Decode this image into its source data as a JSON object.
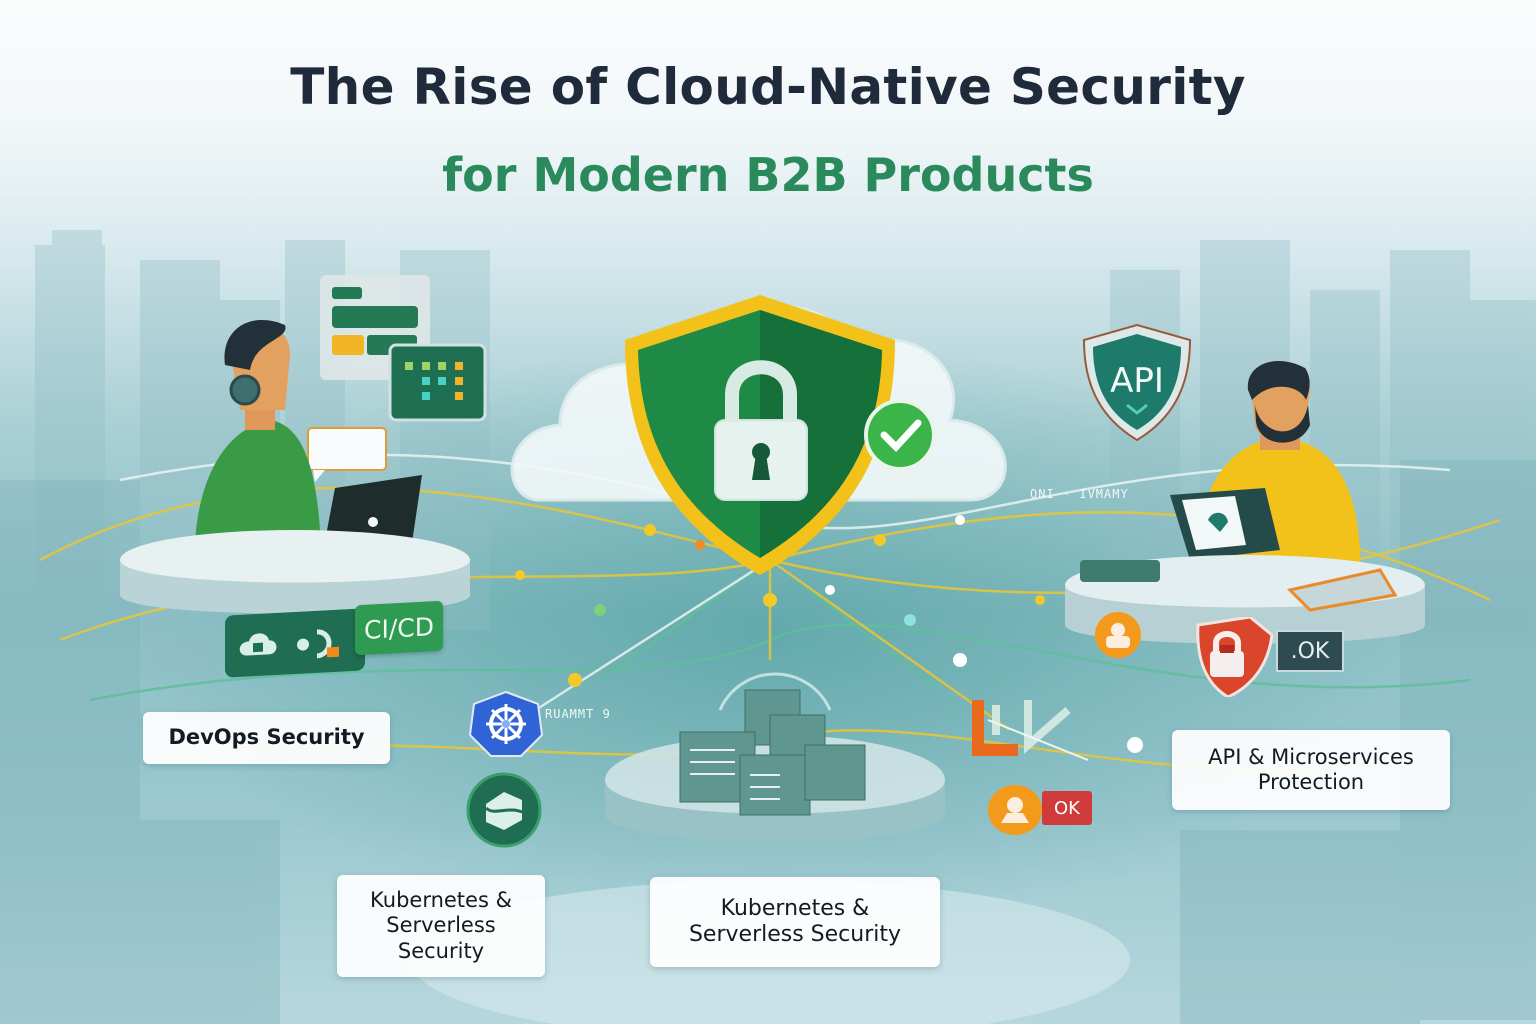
{
  "title": {
    "line1": "The Rise of Cloud-Native Security",
    "line2": "for Modern B2B Products"
  },
  "labels": {
    "devops": "DevOps Security",
    "api_line1": "API & Microservices",
    "api_line2": "Protection",
    "k8s_left_line1": "Kubernetes &",
    "k8s_left_line2": "Serverless",
    "k8s_left_line3": "Security",
    "k8s_center_line1": "Kubernetes &",
    "k8s_center_line2": "Serverless Security"
  },
  "badges": {
    "cicd": "CI/CD",
    "api_shield": "API",
    "ok_dark": ".OK",
    "ok_red": "OK"
  },
  "stray_text": {
    "near_api": "ONI · IVMAMY",
    "near_k8s": "RUAMMT 9"
  },
  "colors": {
    "title_dark": "#1f2a3a",
    "title_green": "#2a8a5c",
    "shield_green": "#1f8a45",
    "shield_gold": "#f2c21b",
    "check_green": "#3bb54a",
    "api_teal": "#1e7a6a",
    "alert_red": "#d9462b",
    "user_orange": "#f39a1c",
    "k8s_blue": "#2f63d6"
  },
  "icons": [
    "cloud-icon",
    "shield-lock-icon",
    "checkmark-icon",
    "api-shield-icon",
    "kubernetes-wheel-icon",
    "serverless-icon",
    "server-cubes-icon",
    "red-lock-shield-icon",
    "user-badge-icon",
    "pipeline-icon",
    "laptop-icon",
    "tablet-icon"
  ]
}
